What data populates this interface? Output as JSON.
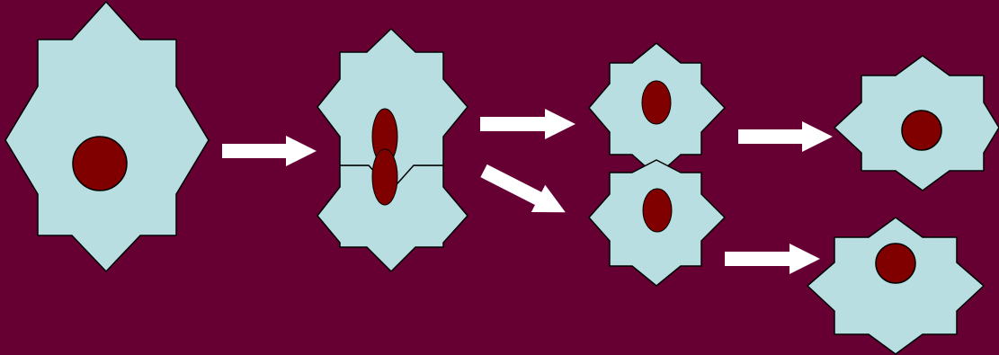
{
  "colors": {
    "background": "#660033",
    "cell_fill": "#B8DEE2",
    "cell_stroke": "#000000",
    "nucleus_fill": "#800000",
    "arrow": "#FFFFFF"
  },
  "stages": [
    {
      "name": "parent-cell",
      "shape": "8-point-star",
      "nucleus": "round"
    },
    {
      "name": "dividing-cell",
      "shape": "two-joined-8-point-stars",
      "nucleus": "two-elongated"
    },
    {
      "name": "daughter-cells-touching",
      "shape": "8-point-star",
      "nucleus": "oval",
      "count": 2
    },
    {
      "name": "separated-daughter-cells",
      "shape": "8-point-star",
      "nucleus": "round",
      "count": 2
    }
  ],
  "icons": [
    "arrow-right-icon",
    "arrow-diagonal-down-icon"
  ]
}
